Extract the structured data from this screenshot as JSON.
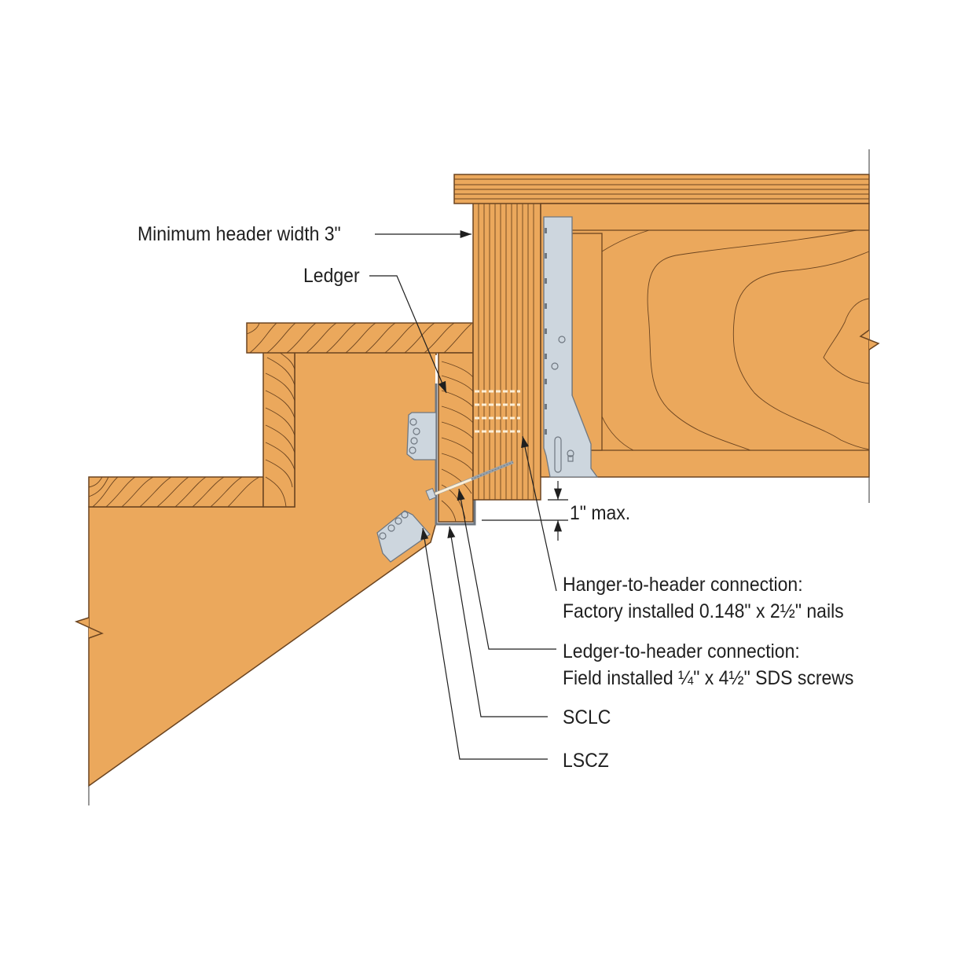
{
  "diagram": {
    "title": "Stair stringer ledger connection to header",
    "colors": {
      "wood": "#EBA85C",
      "wood_line": "#6B4420",
      "metal": "#CDD6DE",
      "metal_line": "#6F7780",
      "text": "#1F1F1F",
      "leader": "#1F1F1F"
    },
    "labels": {
      "min_header_width": "Minimum header width 3\"",
      "ledger": "Ledger",
      "one_inch_max": "1\" max.",
      "hanger_to_header_line1": "Hanger-to-header connection:",
      "hanger_to_header_line2": "Factory installed 0.148\" x 2½\" nails",
      "ledger_to_header_line1": "Ledger-to-header connection:",
      "ledger_to_header_line2": "Field installed ¼\" x 4½\" SDS screws",
      "sclc": "SCLC",
      "lscz": "LSCZ"
    },
    "components": [
      {
        "id": "header",
        "name": "Header (vertical-grain member)"
      },
      {
        "id": "joist",
        "name": "Floor joist with hanger"
      },
      {
        "id": "subfloor",
        "name": "Subfloor sheathing"
      },
      {
        "id": "ledger",
        "name": "Ledger"
      },
      {
        "id": "stringer",
        "name": "Stair stringer"
      },
      {
        "id": "treads",
        "name": "Treads and riser"
      },
      {
        "id": "sclc",
        "name": "SCLC connector"
      },
      {
        "id": "lscz",
        "name": "LSCZ connector"
      },
      {
        "id": "hanger",
        "name": "Joist hanger"
      },
      {
        "id": "sds_screw",
        "name": "SDS screw"
      }
    ]
  }
}
